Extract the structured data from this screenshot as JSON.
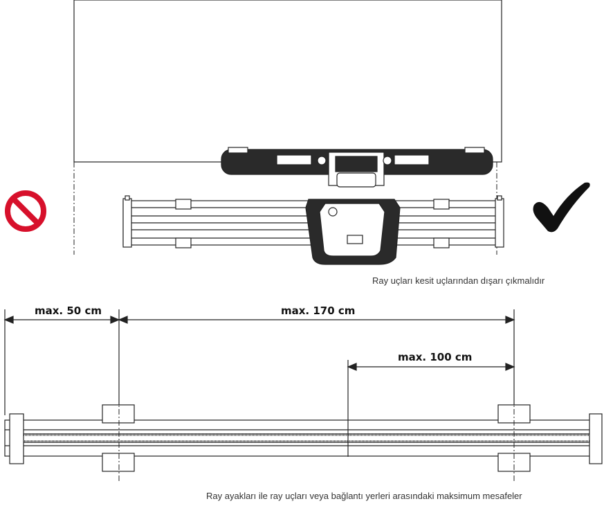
{
  "captions": {
    "top": "Ray uçları kesit uçlarından dışarı çıkmalıdır",
    "bottom": "Ray ayakları ile ray uçları veya bağlantı yerleri arasındaki maksimum mesafeler"
  },
  "dimensions": {
    "left_gap": "max. 50 cm",
    "span": "max. 170 cm",
    "joint_gap": "max. 100 cm"
  },
  "icons": {
    "wrong": "prohibited-icon",
    "right": "checkmark-icon"
  },
  "colors": {
    "prohibited": "#d7102b",
    "check": "#111111",
    "line": "#222222"
  }
}
